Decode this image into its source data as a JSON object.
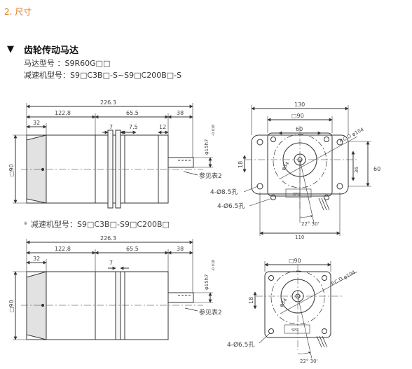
{
  "header": {
    "section_heading": "2. 尺寸"
  },
  "title": {
    "arrow": "▼",
    "text": "齿轮传动马达"
  },
  "models": {
    "motor_line": "马达型号  ：S9R60G□□",
    "reducer_line": "减速机型号：S9□C3B□-S~S9□C200B□-S"
  },
  "top_side_view": {
    "overall": "226.3",
    "motor_len": "122.8",
    "gear_len": "65.5",
    "shaft_len": "38",
    "d32": "32",
    "d7": "7",
    "d75": "7.5",
    "d12": "12",
    "shaft_dia": "φ15h7",
    "shaft_tol": "-0.018",
    "height": "□90",
    "key_ref": "参见表2"
  },
  "top_front_view": {
    "width": "130",
    "square": "□90",
    "d60_top": "60",
    "d18": "18",
    "d34": "φ34",
    "d36": "36",
    "d60_right": "60",
    "hole4": "4-Ø8.5孔",
    "hole6": "4-Ø6.5孔",
    "pcd": "P.C.D φ104",
    "angle": "22° 30'",
    "bottom_dim": "110",
    "label_plate": "SPG"
  },
  "middle_models": {
    "marker": "※",
    "reducer_line": "减速机型号：S9□C3B□-S9□C200B□"
  },
  "bottom_side_view": {
    "overall": "226.3",
    "motor_len": "122.8",
    "gear_len": "65.5",
    "shaft_len": "38",
    "d32": "32",
    "d7": "7",
    "shaft_dia": "φ15h7",
    "shaft_tol": "-0.018",
    "height": "□90",
    "key_ref": "参见表2"
  },
  "bottom_front_view": {
    "square": "□90",
    "d18": "18",
    "d34": "φ34",
    "pcd": "P.C.D φ104",
    "hole6": "4-Ø6.5孔",
    "angle": "22° 30'",
    "label_plate": "SPG"
  }
}
